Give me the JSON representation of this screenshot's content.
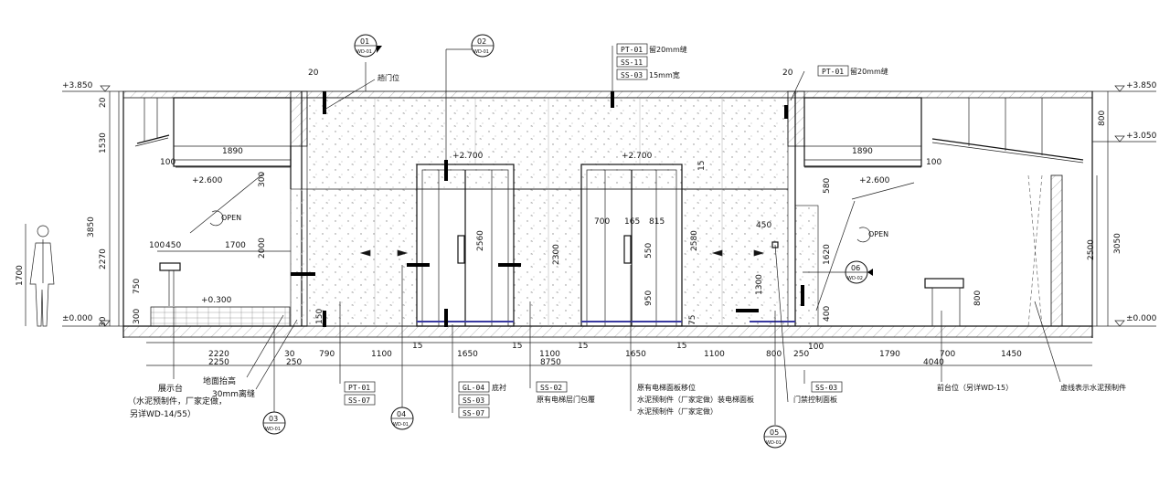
{
  "levels": {
    "left_top": "+3.850",
    "left_zero": "±0.000",
    "right_top": "+3.850",
    "right_mid": "+3.050",
    "right_zero": "±0.000",
    "ceiling_left": "+2.600",
    "ceiling_right": "+2.600",
    "door_left": "+2.700",
    "door_right": "+2.700",
    "raised_floor": "+0.300"
  },
  "section_markers": [
    {
      "num": "01",
      "ref": "WD-01"
    },
    {
      "num": "02",
      "ref": "WD-01"
    },
    {
      "num": "03",
      "ref": "WD-01"
    },
    {
      "num": "04",
      "ref": "WD-01"
    },
    {
      "num": "05",
      "ref": "WD-01"
    },
    {
      "num": "06",
      "ref": "WD-02"
    }
  ],
  "tags_top_center": [
    "PT-01",
    "SS-11",
    "SS-03"
  ],
  "tags_top_center_notes": [
    "留20mm缝",
    "15mm宽"
  ],
  "tag_top_right": "PT-01",
  "tag_top_right_note": "留20mm缝",
  "note_door": "趟门位",
  "left_dims": [
    "20",
    "1530",
    "3850",
    "2270",
    "30"
  ],
  "human_height": "1700",
  "right_dims": [
    "800",
    "3050",
    "2500"
  ],
  "dims_inner": {
    "d1890a": "1890",
    "d1890b": "1890",
    "d100a": "100",
    "d100b": "100",
    "d100c": "100",
    "d20a": "20",
    "d20b": "20",
    "d300": "300",
    "d2000": "2000",
    "d1700": "1700",
    "d450a": "450",
    "d750": "750",
    "d300b": "300",
    "d150": "150",
    "d2560": "2560",
    "d2300": "2300",
    "d2580": "2580",
    "d700": "700",
    "d165": "165",
    "d815": "815",
    "d550": "550",
    "d950": "950",
    "d75": "75",
    "d15": "15",
    "d580": "580",
    "d450b": "450",
    "d1620": "1620",
    "d1300": "1300",
    "d400": "400",
    "d800": "800"
  },
  "open_label": "OPEN",
  "bottom_row1": [
    "2220",
    "30",
    "790",
    "1100",
    "15",
    "1650",
    "15",
    "1100",
    "15",
    "1650",
    "15",
    "1100",
    "800",
    "250",
    "100",
    "1790",
    "700",
    "1450"
  ],
  "bottom_row2": [
    "2250",
    "250",
    "8750",
    "4040"
  ],
  "callouts": {
    "display": "展示台",
    "display_note1": "（水泥预制件，厂家定做，",
    "display_note2": "另详WD-14/55）",
    "floor_raise": "地面抬高",
    "gap30": "30mm离缝",
    "tags_a": [
      "PT-01",
      "SS-07"
    ],
    "tags_b": [
      "GL-04",
      "SS-03",
      "SS-07"
    ],
    "tag_b_note": "底衬",
    "tag_c": "SS-02",
    "tag_c_note": "原有电梯层门包覆",
    "elevator1": "原有电梯面板移位",
    "elevator2": "水泥预制件（厂家定做）装电梯面板",
    "elevator3": "水泥预制件（厂家定做）",
    "tag_d": "SS-03",
    "access_panel": "门禁控制面板",
    "reception": "前台位（另详WD-15）",
    "dashed_note": "虚线表示水泥预制件"
  }
}
